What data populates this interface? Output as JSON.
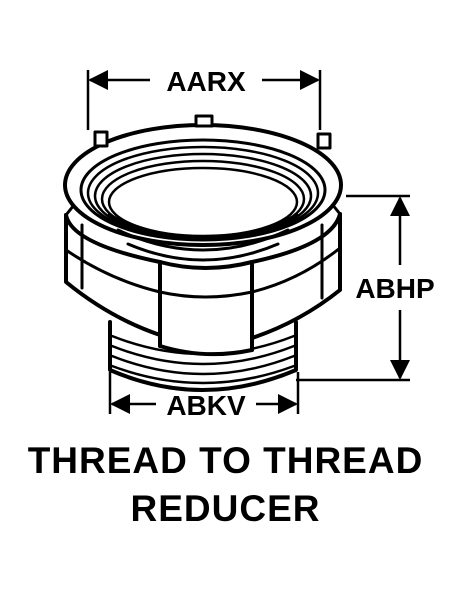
{
  "dimensions": {
    "top_width": "AARX",
    "height": "ABHP",
    "bottom_width": "ABKV"
  },
  "caption": {
    "line1": "THREAD TO THREAD",
    "line2": "REDUCER"
  },
  "colors": {
    "ink": "#000000",
    "background": "#ffffff"
  }
}
